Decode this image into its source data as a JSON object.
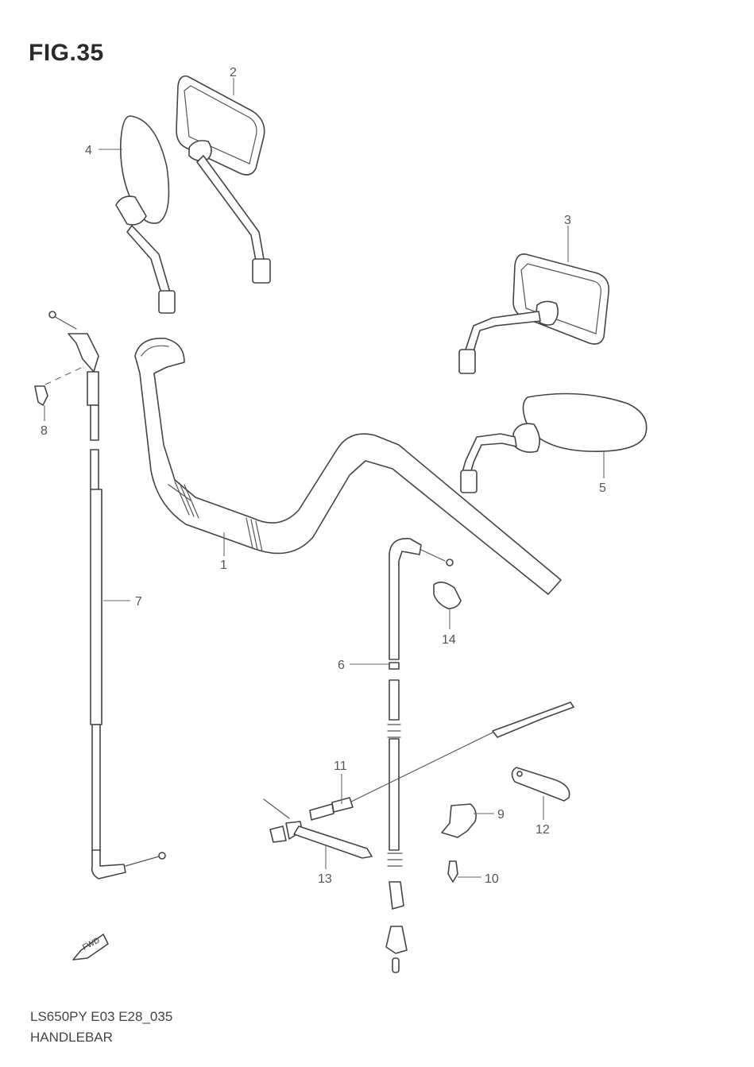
{
  "figure": {
    "title": "FIG.35"
  },
  "footer": {
    "model_code": "LS650PY E03 E28_035",
    "section_name": "HANDLEBAR"
  },
  "fwd_arrow": {
    "label": "FWD"
  },
  "callouts": {
    "p1": "1",
    "p2": "2",
    "p3": "3",
    "p4": "4",
    "p5": "5",
    "p6": "6",
    "p7": "7",
    "p8": "8",
    "p9": "9",
    "p10": "10",
    "p11": "11",
    "p12": "12",
    "p13": "13",
    "p14": "14"
  }
}
